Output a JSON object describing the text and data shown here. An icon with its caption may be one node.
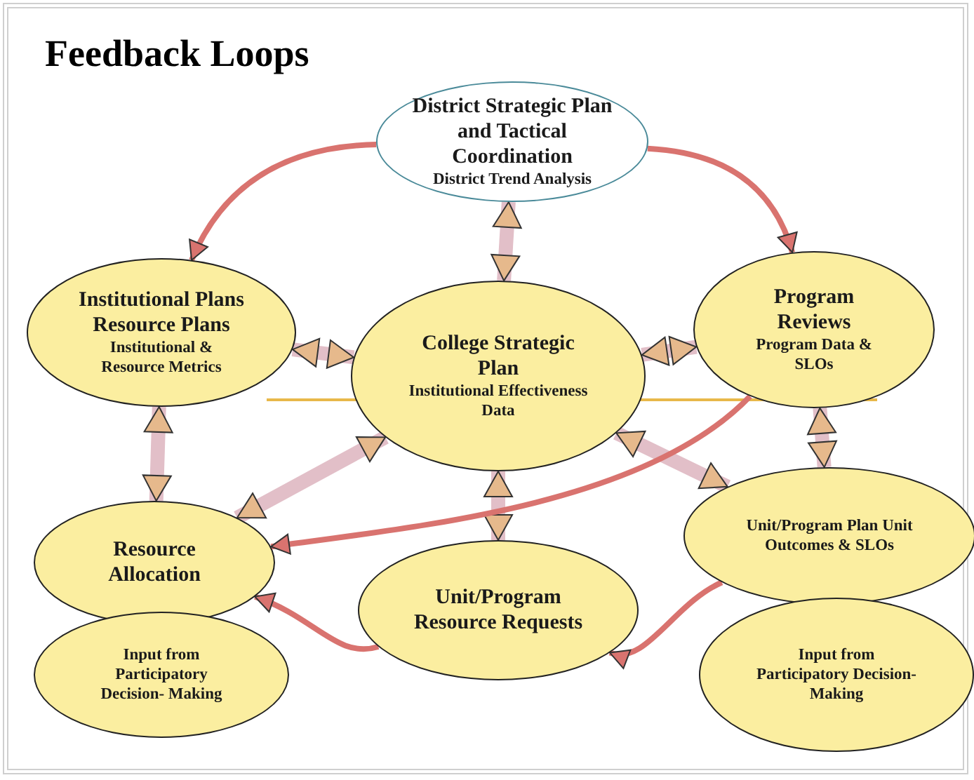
{
  "diagram": {
    "title": "Feedback Loops",
    "nodes": [
      {
        "text": [
          "District Strategic Plan and Tactical Coordination",
          "District Trend Analysis"
        ]
      },
      {
        "text": [
          "Institutional Plans Resource Plans",
          "Institutional & Resource Metrics"
        ]
      },
      {
        "text": [
          "College Strategic Plan",
          "Institutional Effectiveness Data"
        ]
      },
      {
        "text": [
          "Program Reviews",
          "Program Data & SLOs"
        ]
      },
      {
        "text": [
          "Resource Allocation"
        ]
      },
      {
        "text": [
          "Input from Participatory Decision- Making"
        ]
      },
      {
        "text": [
          "Unit/Program Resource Requests"
        ]
      },
      {
        "text": [
          "Unit/Program Plan Unit Outcomes & SLOs"
        ]
      },
      {
        "text": [
          "Input from Participatory Decision- Making"
        ]
      }
    ],
    "edges": [
      {
        "from": 0,
        "to": 2,
        "arrow": "both"
      },
      {
        "from": 1,
        "to": 2,
        "arrow": "both"
      },
      {
        "from": 2,
        "to": 3,
        "arrow": "both"
      },
      {
        "from": 1,
        "to": 4,
        "arrow": "both"
      },
      {
        "from": 3,
        "to": 7,
        "arrow": "both"
      },
      {
        "from": 2,
        "to": 4,
        "arrow": "both"
      },
      {
        "from": 2,
        "to": 6,
        "arrow": "both"
      },
      {
        "from": 2,
        "to": 7,
        "arrow": "both"
      },
      {
        "from": 0,
        "to": 1,
        "arrow": "to",
        "color": "#d9736f"
      },
      {
        "from": 0,
        "to": 3,
        "arrow": "to",
        "color": "#d9736f"
      },
      {
        "from": 3,
        "to": 4,
        "arrow": "to",
        "color": "#d9736f"
      },
      {
        "from": 6,
        "to": 4,
        "arrow": "to",
        "color": "#d9736f"
      },
      {
        "from": 7,
        "to": 6,
        "arrow": "to",
        "color": "#d9736f"
      }
    ]
  }
}
